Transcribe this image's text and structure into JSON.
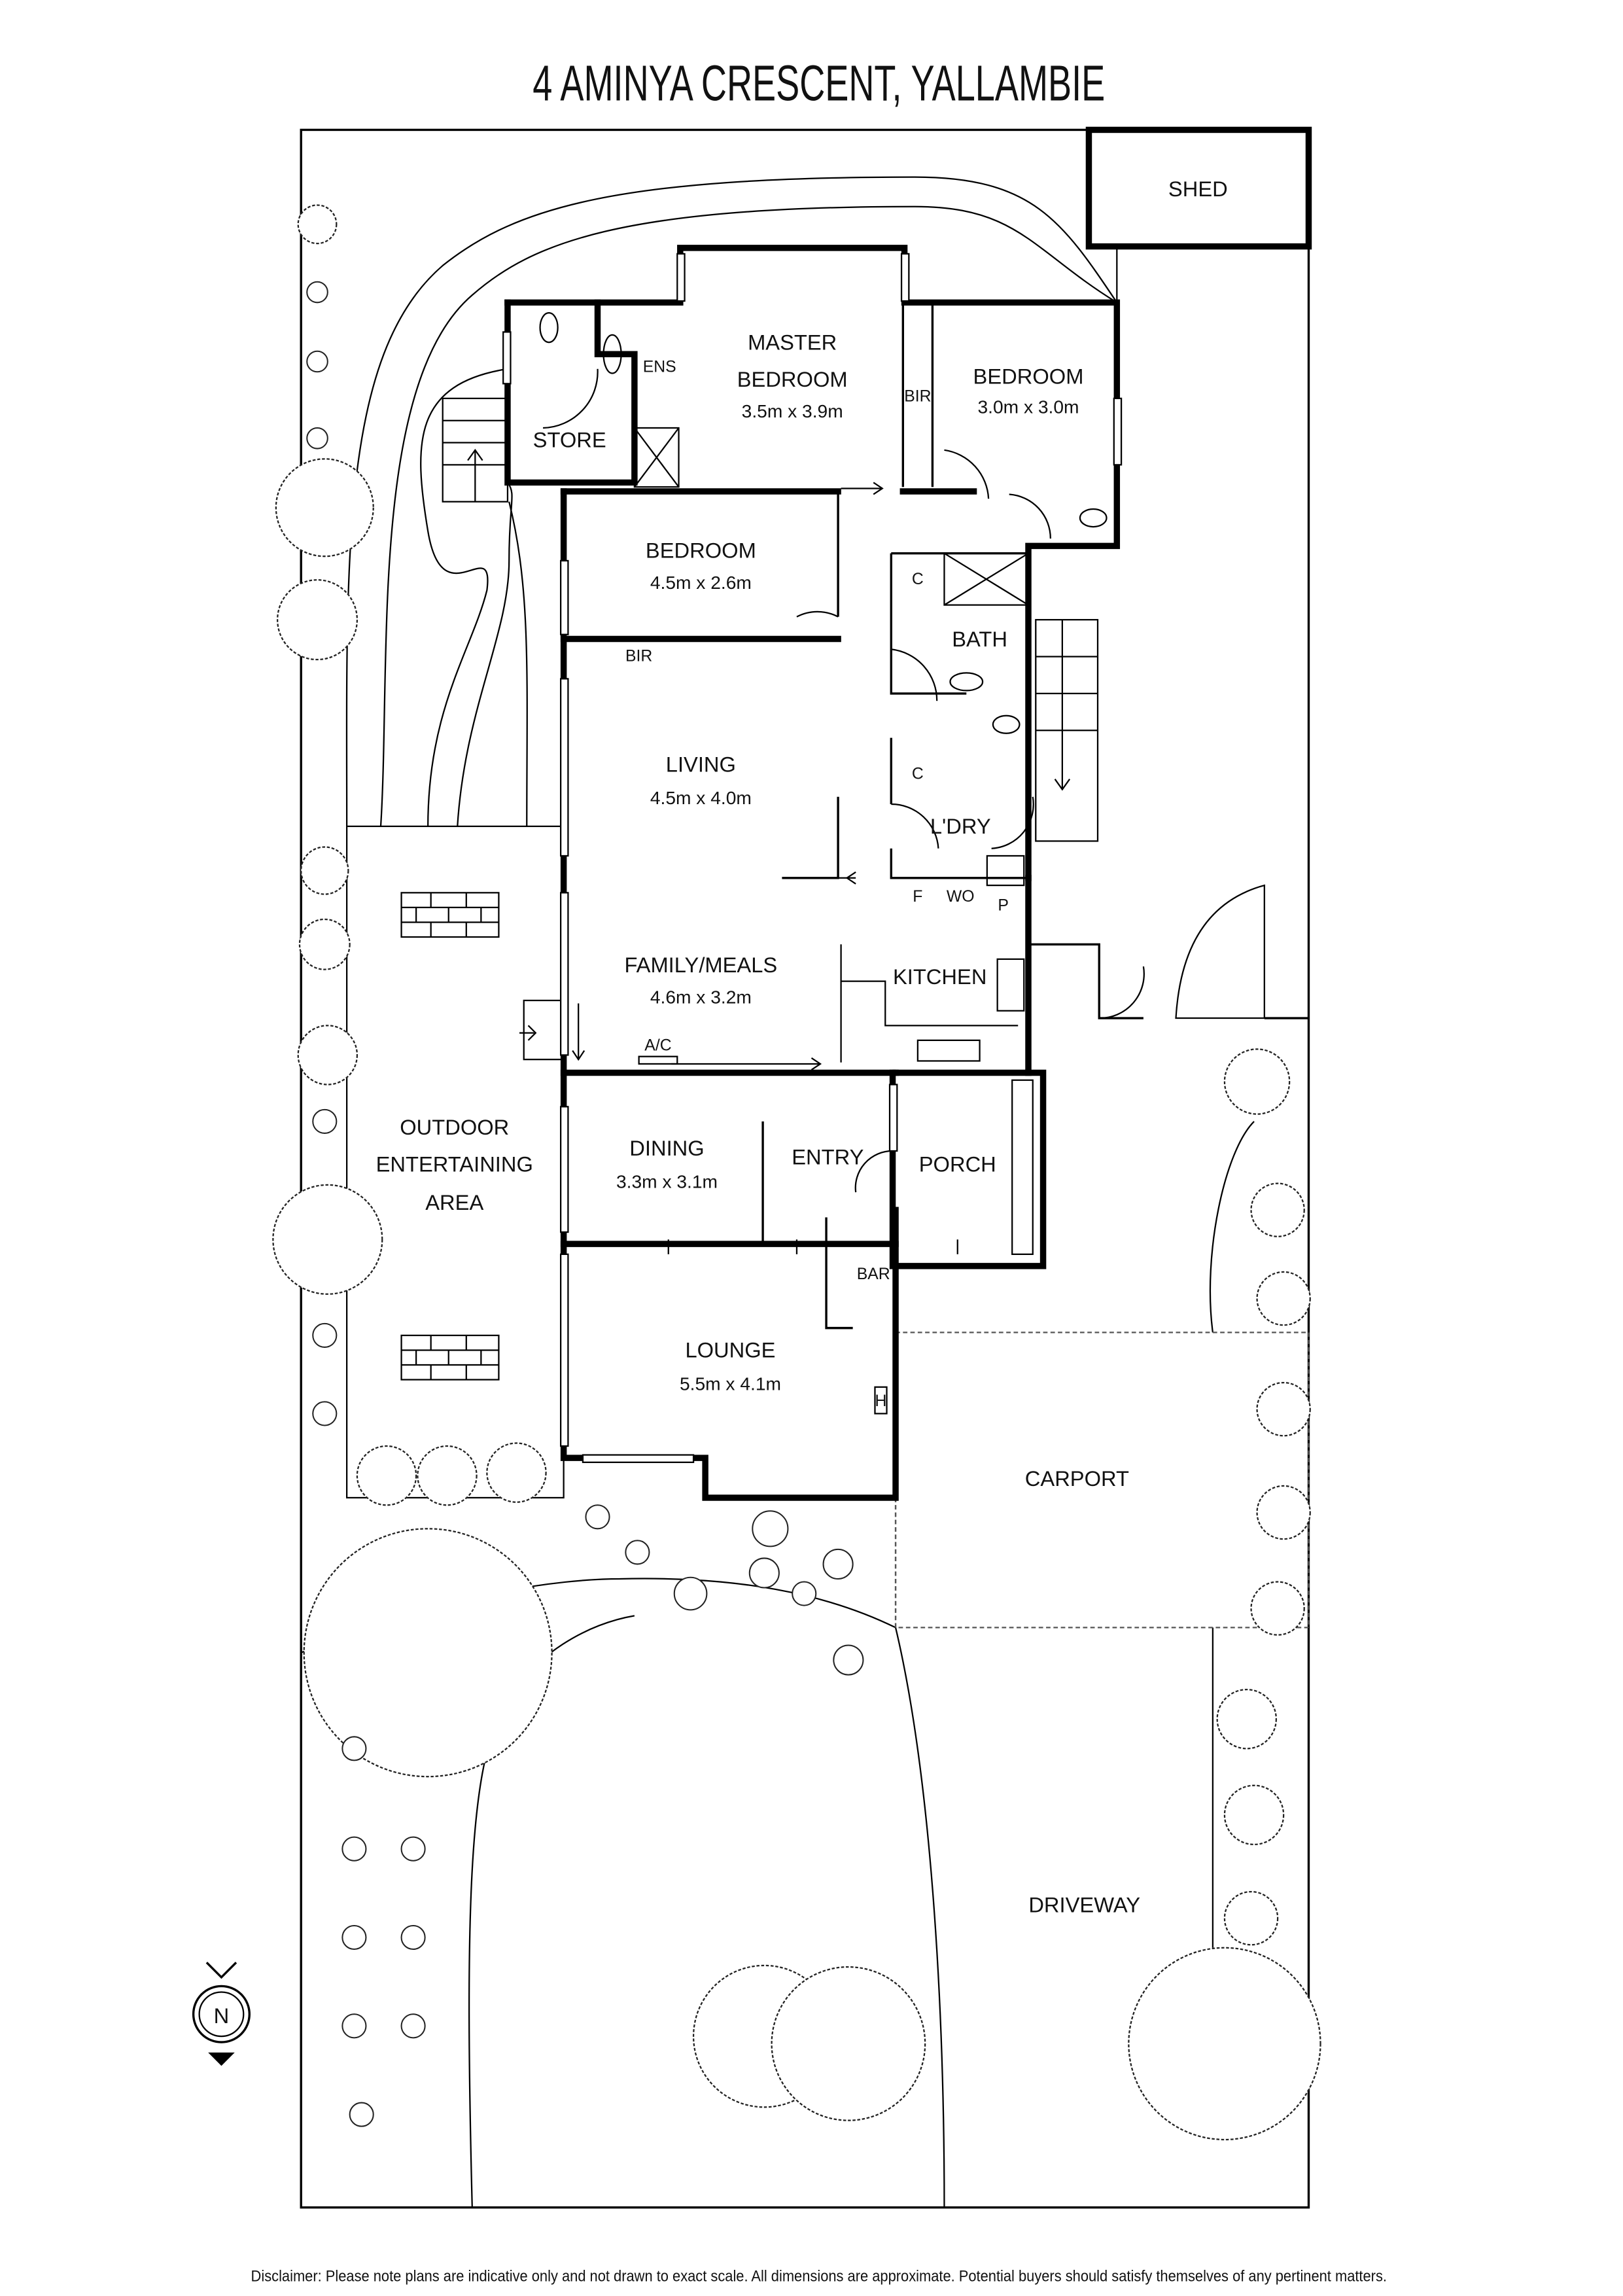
{
  "title": "4 AMINYA CRESCENT, YALLAMBIE",
  "rooms": {
    "master": {
      "name_1": "MASTER",
      "name_2": "BEDROOM",
      "dims": "3.5m x 3.9m"
    },
    "ens": {
      "name": "ENS"
    },
    "bir_master": {
      "name": "BIR"
    },
    "bedroom2": {
      "name": "BEDROOM",
      "dims": "3.0m x 3.0m"
    },
    "store": {
      "name": "STORE"
    },
    "bedroom3": {
      "name": "BEDROOM",
      "dims": "4.5m x 2.6m"
    },
    "bir_bed3": {
      "name": "BIR"
    },
    "c1": {
      "name": "C"
    },
    "bath": {
      "name": "BATH"
    },
    "c2": {
      "name": "C"
    },
    "laundry": {
      "name": "L'DRY"
    },
    "living": {
      "name": "LIVING",
      "dims": "4.5m x 4.0m"
    },
    "fridge": {
      "name": "F"
    },
    "wo": {
      "name": "WO"
    },
    "pantry": {
      "name": "P"
    },
    "family": {
      "name": "FAMILY/MEALS",
      "dims": "4.6m x 3.2m"
    },
    "kitchen": {
      "name": "KITCHEN"
    },
    "ac": {
      "name": "A/C"
    },
    "dining": {
      "name": "DINING",
      "dims": "3.3m x 3.1m"
    },
    "entry": {
      "name": "ENTRY"
    },
    "porch": {
      "name": "PORCH"
    },
    "bar": {
      "name": "BAR"
    },
    "lounge": {
      "name": "LOUNGE",
      "dims": "5.5m x 4.1m"
    },
    "heater": {
      "name": "H"
    },
    "outdoor": {
      "name_1": "OUTDOOR",
      "name_2": "ENTERTAINING",
      "name_3": "AREA"
    },
    "carport": {
      "name": "CARPORT"
    },
    "driveway": {
      "name": "DRIVEWAY"
    },
    "shed": {
      "name": "SHED"
    }
  },
  "compass": {
    "label": "N",
    "icon": "north-arrow-icon"
  },
  "disclaimer": "Disclaimer: Please note plans are indicative only and not drawn to exact scale. All dimensions are approximate. Potential buyers should satisfy themselves of any pertinent matters."
}
